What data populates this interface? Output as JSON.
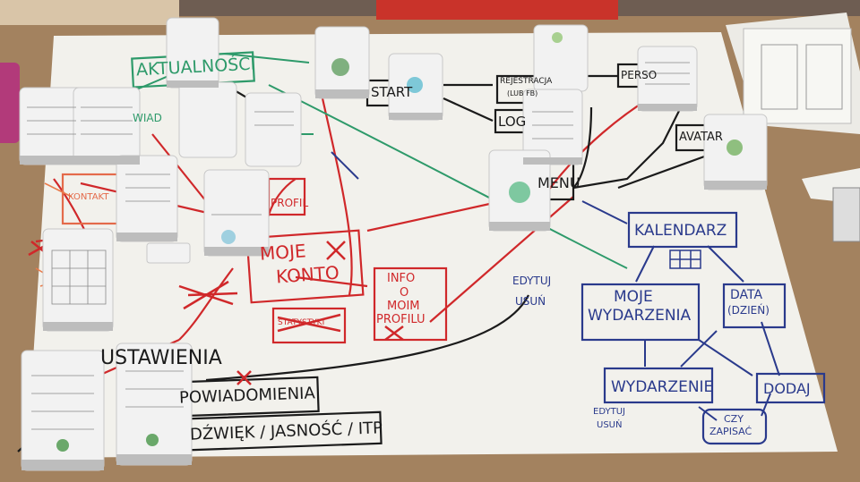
{
  "scene": {
    "colors": {
      "table": "#9a7a5a",
      "paper": "#f4f3ee",
      "phone": "#f2f2f2",
      "red": "#d0282a",
      "black": "#1b1b1b",
      "blue": "#2a3a8c",
      "green": "#2e9a6a"
    },
    "labels": {
      "aktualnosci": "AKTUALNOŚCI",
      "start": "START",
      "rejestracja": "REJESTRACJA",
      "rejestracja_sub": "(LUB FB)",
      "logowanie": "LOG",
      "personalizacja": "PERSO",
      "avatar": "AVATAR",
      "menu": "MENU",
      "kalendarz": "KALENDARZ",
      "moje_wydarzenia_1": "MOJE",
      "moje_wydarzenia_2": "WYDARZENIA",
      "data": "DATA",
      "dzien": "(DZIEŃ)",
      "wydarzenie": "WYDARZENIE",
      "dodaj": "DODAJ",
      "czy_zapisac_1": "CZY",
      "czy_zapisac_2": "ZAPISAĆ",
      "edytuj_usun_1": "EDYTUJ",
      "edytuj_usun_2": "USUŃ",
      "edytuj_usun_3": "EDYTUJ",
      "edytuj_usun_4": "USUŃ",
      "moje_konto_1": "MOJE",
      "moje_konto_2": "KONTO",
      "info_1": "INFO",
      "info_2": "O",
      "info_3": "MOIM",
      "info_4": "PROFILU",
      "statystyki": "STATYSTYKI",
      "powiadomienia": "POWIADOMIENIA",
      "dzwiek": "DŹWIĘK / JASNOŚĆ / ITP",
      "ustawienia": "USTAWIENIA",
      "wiad": "WIAD",
      "profil": "PROFIL",
      "kontakt": "KONTAKT"
    }
  }
}
